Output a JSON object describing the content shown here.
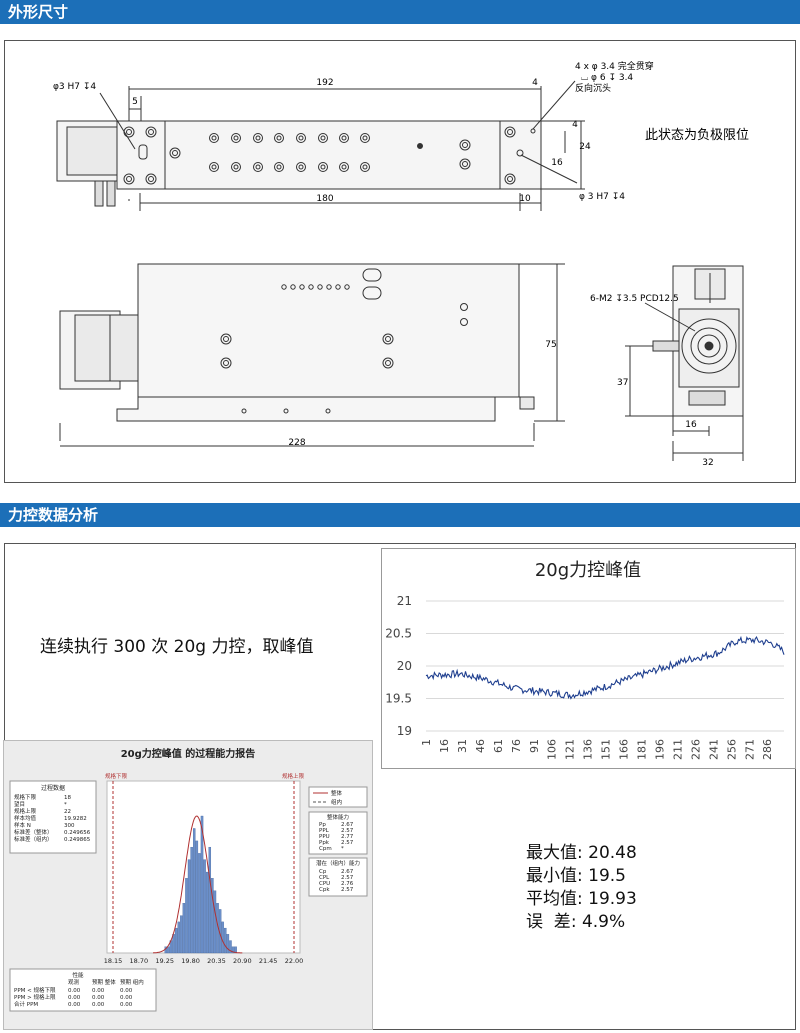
{
  "sections": {
    "dimensions_title": "外形尺寸",
    "analysis_title": "力控数据分析"
  },
  "drawing": {
    "note_limit": "此状态为负极限位",
    "dim_192": "192",
    "dim_180": "180",
    "dim_10": "10",
    "dim_5": "5",
    "dim_4_top": "4",
    "dim_4_side": "4",
    "dim_24": "24",
    "dim_16_side": "16",
    "hole_left": "φ3 H7 ↧4",
    "hole_right": "φ 3 H7 ↧4",
    "hole_spec_1": "4 x φ 3.4 完全贯穿",
    "hole_spec_2": "⌴ φ 6 ↧ 3.4",
    "hole_spec_3": "反向沉头",
    "dim_75": "75",
    "dim_228": "228",
    "m2_spec": "6-M2 ↧3.5 PCD12.5",
    "dim_37": "37",
    "dim_16_bottom": "16",
    "dim_32": "32"
  },
  "analysis": {
    "caption": "连续执行 300 次 20g 力控，取峰值",
    "stats": [
      {
        "label": "最大值",
        "value": "20.48"
      },
      {
        "label": "最小值",
        "value": "19.5"
      },
      {
        "label": "平均值",
        "value": "19.93"
      },
      {
        "label": "误  差",
        "value": "4.9%"
      }
    ]
  },
  "chart_data": {
    "type": "line",
    "title": "20g力控峰值",
    "y_ticks": [
      "19",
      "19.5",
      "20",
      "20.5",
      "21"
    ],
    "ylim": [
      19,
      21
    ],
    "x_ticks": [
      "1",
      "16",
      "31",
      "46",
      "61",
      "76",
      "91",
      "106",
      "121",
      "136",
      "151",
      "166",
      "181",
      "196",
      "211",
      "226",
      "241",
      "256",
      "271",
      "286"
    ],
    "xlim": [
      1,
      300
    ],
    "grid": true,
    "color": "#1f3f8f",
    "n_points": 300,
    "trend_anchors": [
      {
        "x": 1,
        "y": 19.85
      },
      {
        "x": 30,
        "y": 19.88
      },
      {
        "x": 50,
        "y": 19.8
      },
      {
        "x": 75,
        "y": 19.65
      },
      {
        "x": 100,
        "y": 19.6
      },
      {
        "x": 122,
        "y": 19.55
      },
      {
        "x": 145,
        "y": 19.65
      },
      {
        "x": 170,
        "y": 19.8
      },
      {
        "x": 195,
        "y": 19.95
      },
      {
        "x": 220,
        "y": 20.1
      },
      {
        "x": 245,
        "y": 20.2
      },
      {
        "x": 260,
        "y": 20.38
      },
      {
        "x": 275,
        "y": 20.4
      },
      {
        "x": 290,
        "y": 20.35
      },
      {
        "x": 300,
        "y": 20.22
      }
    ]
  },
  "capability_report": {
    "title": "20g力控峰值 的过程能力报告",
    "lsl_label": "规格下限",
    "usl_label": "规格上限",
    "legend": [
      "整体",
      "组内"
    ],
    "process_data_title": "过程数据",
    "process_data": [
      [
        "规格下限",
        "18"
      ],
      [
        "望目",
        "*"
      ],
      [
        "规格上限",
        "22"
      ],
      [
        "样本均值",
        "19.9282"
      ],
      [
        "样本 N",
        "300"
      ],
      [
        "标准差（整体）",
        "0.249656"
      ],
      [
        "标准差（组内）",
        "0.249865"
      ]
    ],
    "overall_title": "整体能力",
    "overall": [
      [
        "Pp",
        "2.67"
      ],
      [
        "PPL",
        "2.57"
      ],
      [
        "PPU",
        "2.77"
      ],
      [
        "Ppk",
        "2.57"
      ],
      [
        "Cpm",
        "*"
      ]
    ],
    "within_title": "潜在（组内）能力",
    "within": [
      [
        "Cp",
        "2.67"
      ],
      [
        "CPL",
        "2.57"
      ],
      [
        "CPU",
        "2.76"
      ],
      [
        "Cpk",
        "2.57"
      ]
    ],
    "x_ticks": [
      "18.15",
      "18.70",
      "19.25",
      "19.80",
      "20.35",
      "20.90",
      "21.45",
      "22.00"
    ],
    "histogram": {
      "bin_start": 19.25,
      "bin_width": 0.055,
      "counts": [
        1,
        1,
        2,
        3,
        4,
        5,
        6,
        8,
        12,
        15,
        17,
        20,
        18,
        16,
        22,
        15,
        13,
        17,
        12,
        10,
        8,
        7,
        5,
        4,
        3,
        2,
        1,
        1
      ]
    },
    "perf_title": "性能",
    "perf_header": [
      "",
      "观测",
      "预期 整体",
      "预期 组内"
    ],
    "perf_rows": [
      [
        "PPM < 规格下限",
        "0.00",
        "0.00",
        "0.00"
      ],
      [
        "PPM > 规格上限",
        "0.00",
        "0.00",
        "0.00"
      ],
      [
        "合计 PPM",
        "0.00",
        "0.00",
        "0.00"
      ]
    ]
  }
}
